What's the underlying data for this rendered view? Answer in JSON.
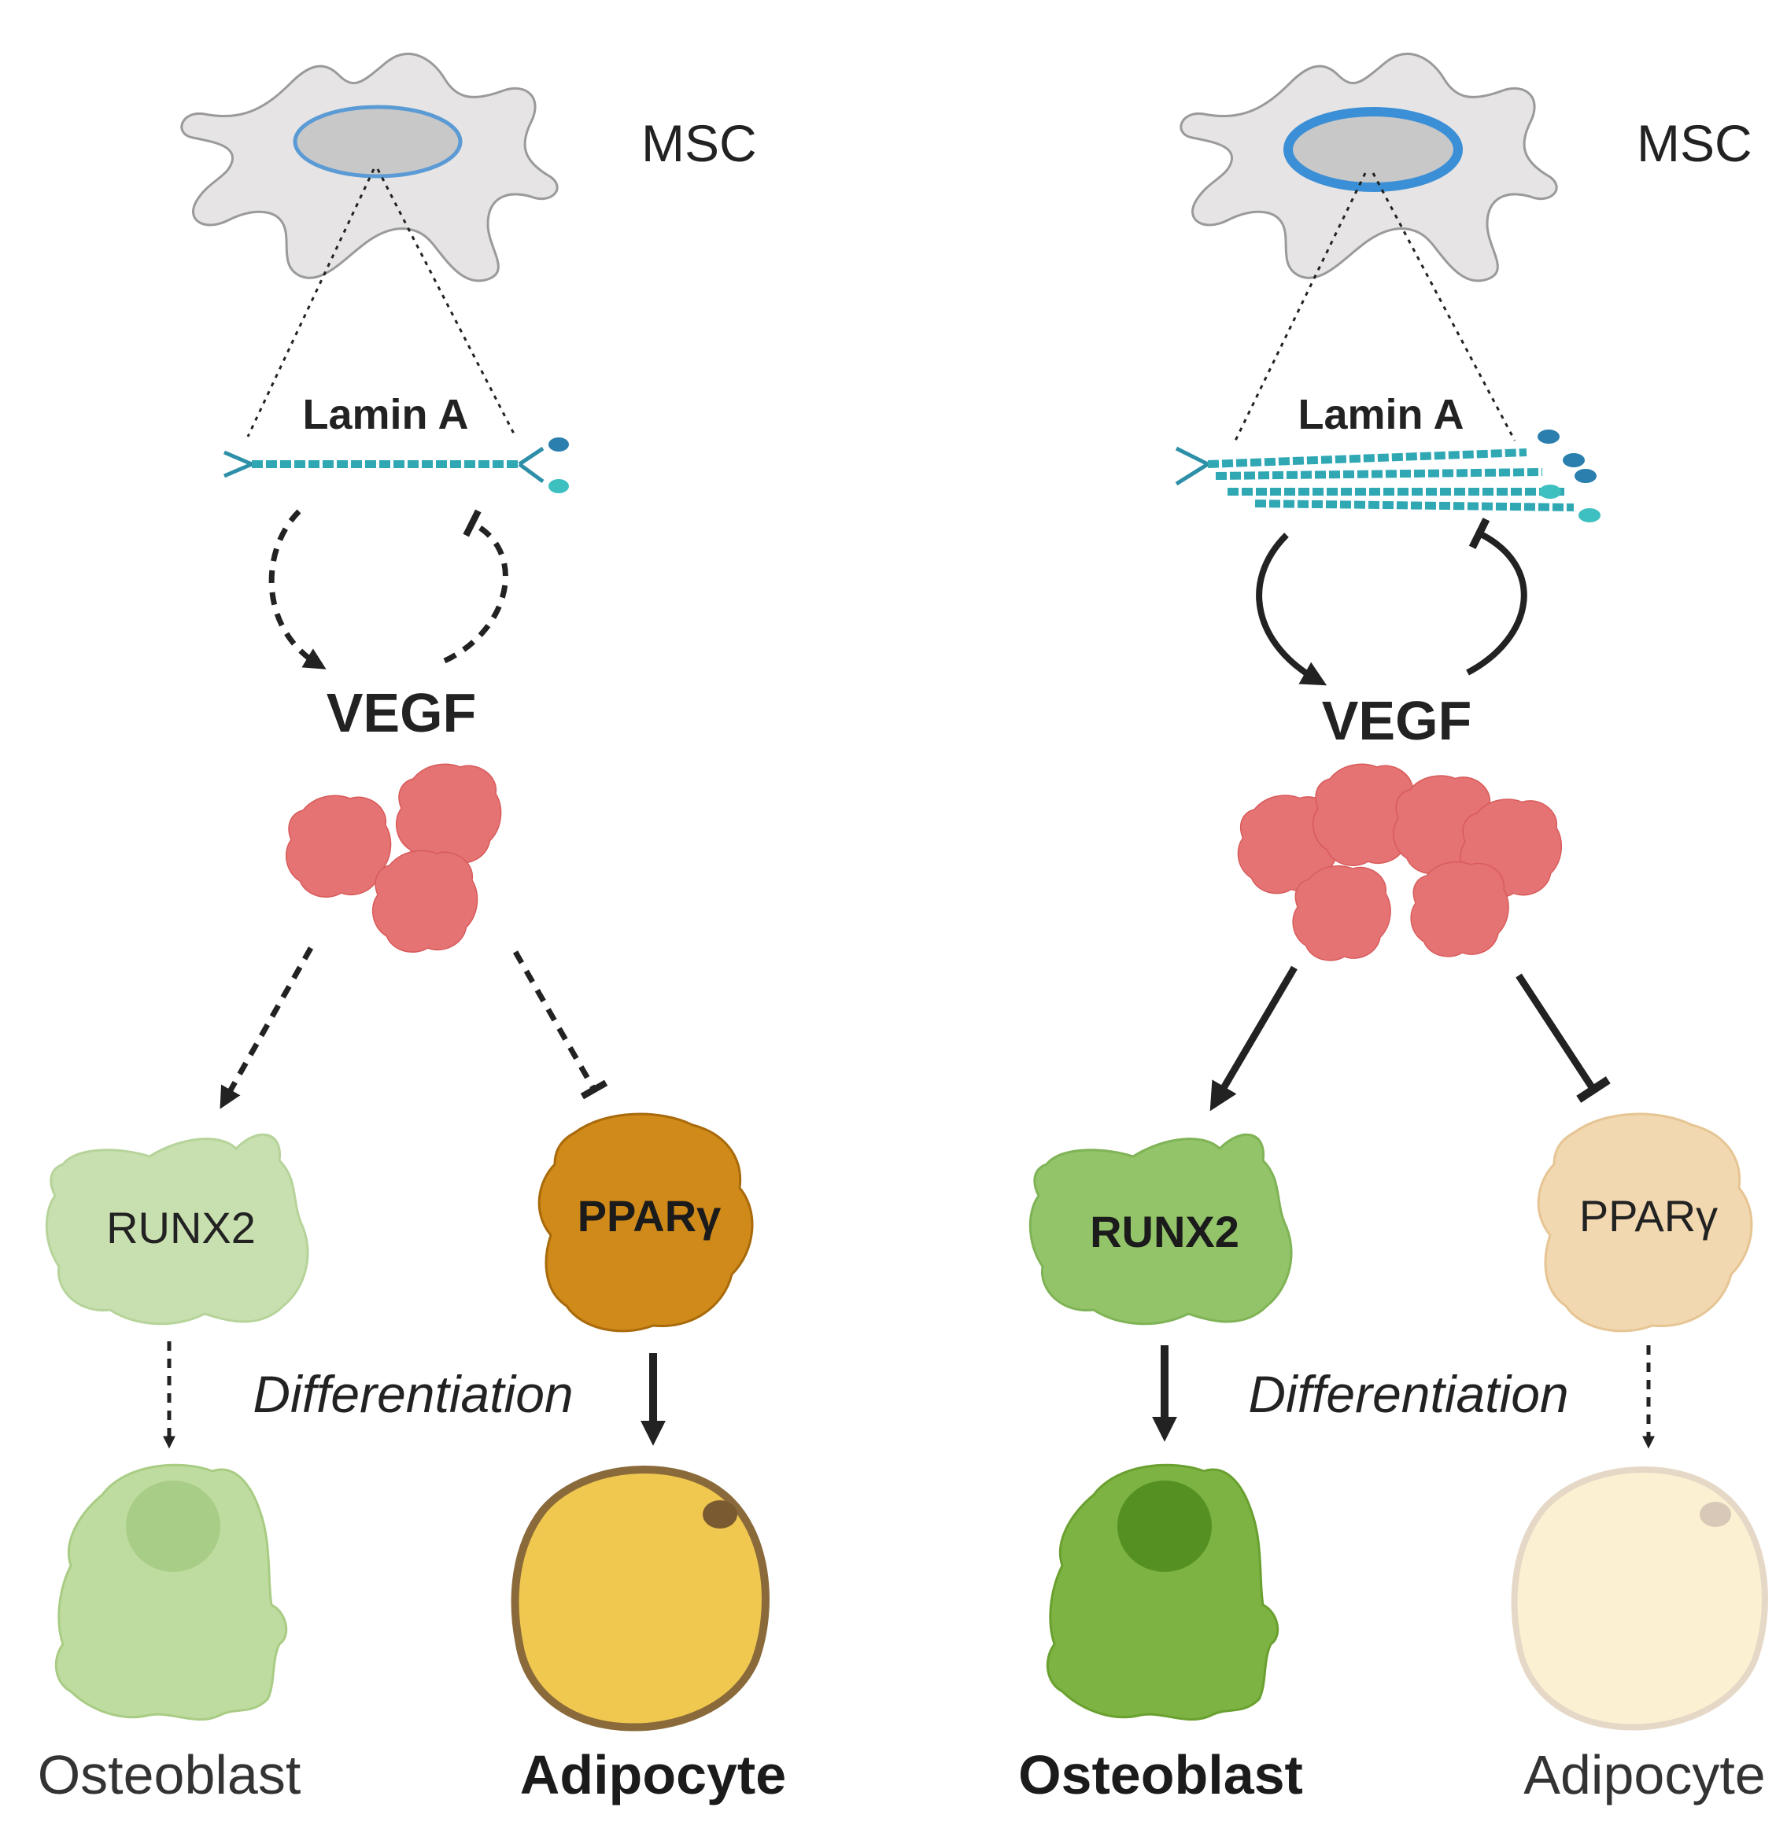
{
  "panels": [
    {
      "msc_label": "MSC",
      "lamin_label": "Lamin A",
      "vegf_label": "VEGF",
      "runx2_label": "RUNX2",
      "ppar_label": "PPARγ",
      "diff_label": "Differentiation",
      "osteoblast_label": "Osteoblast",
      "adipocyte_label": "Adipocyte",
      "lamin_level": "low",
      "emphasis": "adipocyte"
    },
    {
      "msc_label": "MSC",
      "lamin_label": "Lamin A",
      "vegf_label": "VEGF",
      "runx2_label": "RUNX2",
      "ppar_label": "PPARγ",
      "diff_label": "Differentiation",
      "osteoblast_label": "Osteoblast",
      "adipocyte_label": "Adipocyte",
      "lamin_level": "high",
      "emphasis": "osteoblast"
    }
  ],
  "colors": {
    "msc_cell": "#e6e4e4",
    "nuclear_lamina": "#3b8fd6",
    "vegf_protein": "#e57373",
    "runx2_light": "#c8e0b0",
    "runx2_strong": "#93c46a",
    "ppar_strong": "#d08a1a",
    "ppar_light": "#f2d8b0",
    "osteoblast_light": "#bfdca0",
    "osteoblast_strong": "#7cb342",
    "adipocyte_strong": "#f0c850",
    "adipocyte_light": "#fbf0d2"
  }
}
